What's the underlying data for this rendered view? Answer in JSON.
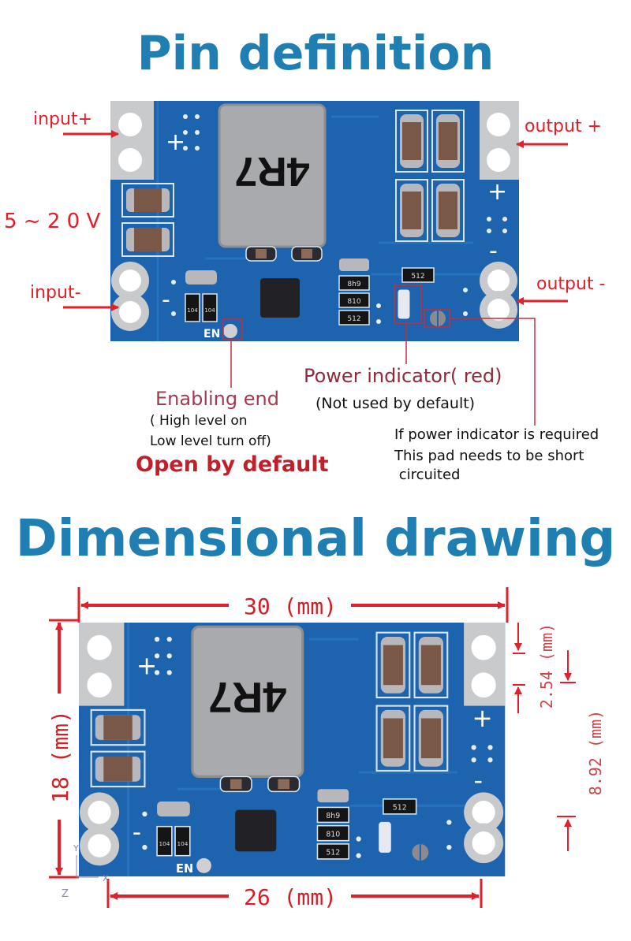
{
  "titles": {
    "pin_definition": "Pin definition",
    "dimensional_drawing": "Dimensional drawing"
  },
  "pin_labels": {
    "input_plus": "input+",
    "input_voltage": "5 ~ 2 0 V",
    "input_minus": "input-",
    "output_plus": "output +",
    "output_minus": "output -"
  },
  "annotations": {
    "power_indicator": "Power indicator( red)",
    "power_indicator_note": "(Not used by default)",
    "enabling_end": "Enabling end",
    "enabling_line1": "( High level on",
    "enabling_line2": "Low level turn off)",
    "enabling_default": "Open by default",
    "pad_note_line1": "If power indicator is required",
    "pad_note_line2": "This pad needs to be short",
    "pad_note_line3": " circuited"
  },
  "dimensions": {
    "width_total": "30 (mm)",
    "width_holes": "26 (mm)",
    "height": "18 (mm)",
    "pin_pitch": "2.54 (mm)",
    "pin_spacing": "8.92 (mm)",
    "axis_y": "Y",
    "axis_x": "X",
    "axis_z": "Z"
  },
  "board": {
    "inductor_marking": "4R7",
    "resistor_codes": [
      "512",
      "8h9",
      "810",
      "512"
    ],
    "small_codes": [
      "104",
      "104"
    ],
    "en_label": "EN",
    "plus": "+",
    "minus": "-"
  },
  "colors": {
    "title": "#1f7fb3",
    "arrow": "#e0202a",
    "pcb": "#1e63ad",
    "annotation": "#8e2a3a"
  }
}
